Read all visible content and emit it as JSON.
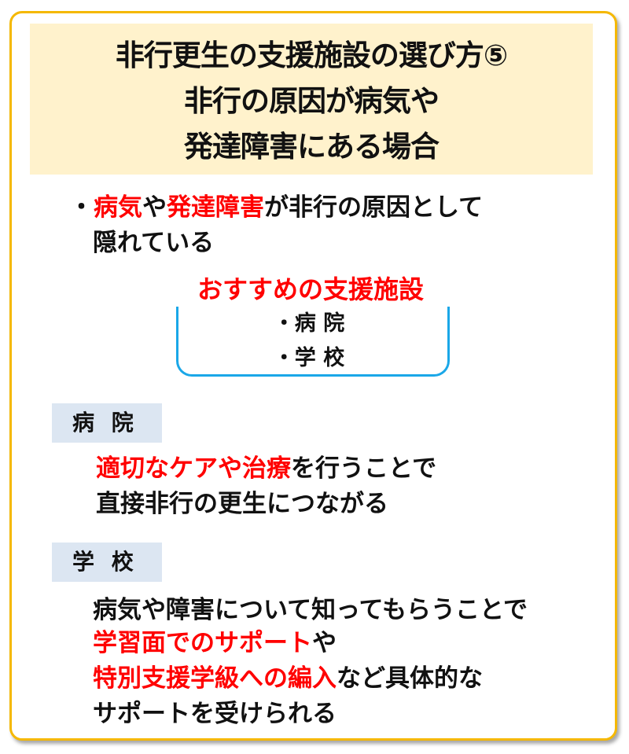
{
  "title": {
    "line1": "非行更生の支援施設の選び方⑤",
    "line2": "非行の原因が病気や",
    "line3": "発達障害にある場合"
  },
  "intro": {
    "bullet": "・",
    "red1": "病気",
    "t1": "や",
    "red2": "発達障害",
    "t2": "が非行の原因として",
    "line2": "隠れている"
  },
  "recommend": {
    "heading": "おすすめの支援施設",
    "items": [
      "・病 院",
      "・学 校"
    ]
  },
  "hospital": {
    "label": "病 院",
    "red1": "適切なケアや治療",
    "t1": "を行うことで",
    "line2": "直接非行の更生につながる"
  },
  "school": {
    "label": "学 校",
    "line1": "病気や障害について知ってもらうことで",
    "red1": "学習面でのサポート",
    "t1": "や",
    "red2": "特別支援学級への編入",
    "t2": "など具体的な",
    "line4": "サポートを受けられる"
  },
  "colors": {
    "accent_red": "#FF0000",
    "frame": "#F5B800",
    "header_bg": "#FFF2CC",
    "bracket": "#1AA7E8",
    "label_bg": "#DCE6F2"
  }
}
